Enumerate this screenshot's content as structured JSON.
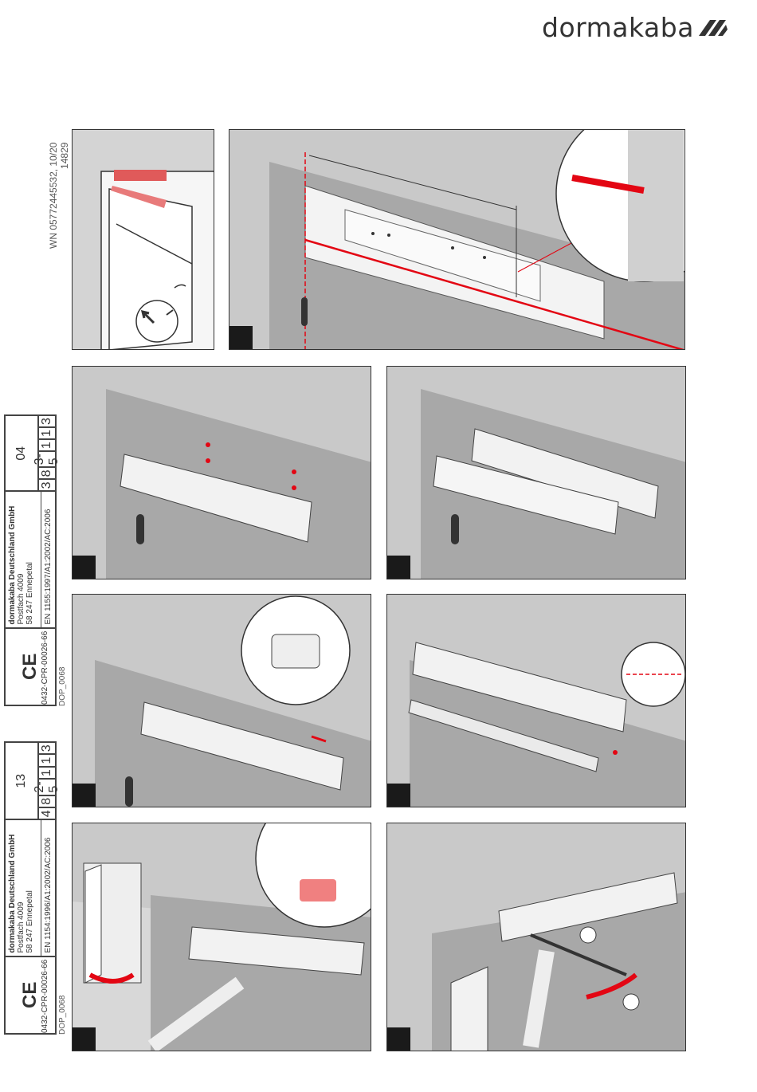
{
  "brand": {
    "name": "dormakaba",
    "mark": "logo-mark-icon"
  },
  "doc_ref": {
    "line1": "WN 05772445532, 10/20",
    "line2": "14829"
  },
  "ce_blocks": [
    {
      "ce_mark": "CE",
      "cert": "0432-CPR-00026-66",
      "company": "dormakaba Deutschland GmbH",
      "address1": "Postfach 4009",
      "address2": "58 247 Ennepetal",
      "standard": "EN 1155:1997/A1:2002/AC:2006",
      "top": "04",
      "codes": [
        "3",
        "8",
        "3-5",
        "1",
        "1",
        "3"
      ],
      "dop": "DOP_0068"
    },
    {
      "ce_mark": "CE",
      "cert": "0432-CPR-00026-66",
      "company": "dormakaba Deutschland GmbH",
      "address1": "Postfach 4009",
      "address2": "58 247 Ennepetal",
      "standard": "EN 1154:1996/A1:2002/AC:2006",
      "top": "13",
      "codes": [
        "4",
        "8",
        "2-5",
        "1",
        "1",
        "3"
      ],
      "dop": "DOP_0068"
    }
  ],
  "colors": {
    "accent": "#e30613",
    "panel_bg": "#c9c9c9",
    "wall": "#a8a8a8",
    "device": "#f2f2f2"
  }
}
